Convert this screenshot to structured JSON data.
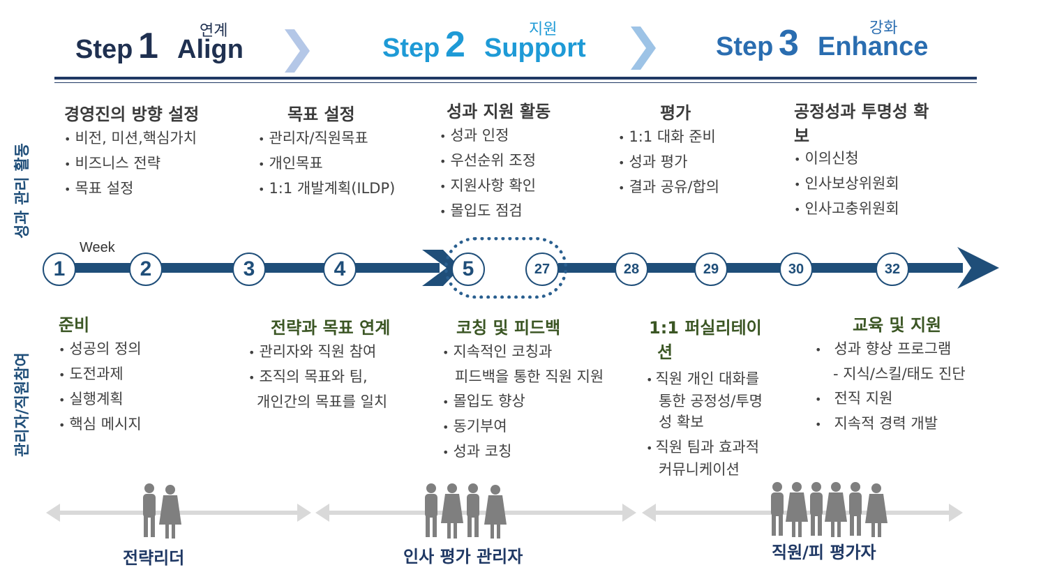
{
  "steps": [
    {
      "word": "Step",
      "num": "1",
      "label": "Align",
      "kor": "연계"
    },
    {
      "word": "Step",
      "num": "2",
      "label": "Support",
      "kor": "지원"
    },
    {
      "word": "Step",
      "num": "3",
      "label": "Enhance",
      "kor": "강화"
    }
  ],
  "side_labels": {
    "top": "성과 관리 활동",
    "bottom": "관리자/직원참여"
  },
  "activities": [
    {
      "title": "경영진의 방향 설정",
      "items": [
        "비전, 미션,핵심가치",
        "비즈니스 전략",
        "목표 설정"
      ]
    },
    {
      "title": "목표 설정",
      "items": [
        "관리자/직원목표",
        "개인목표",
        "1:1 개발계획(ILDP)"
      ]
    },
    {
      "title": "성과 지원 활동",
      "items": [
        "성과 인정",
        "우선순위 조정",
        "지원사항 확인",
        "몰입도 점검"
      ]
    },
    {
      "title": "평가",
      "items": [
        "1:1 대화 준비",
        "성과 평가",
        "결과 공유/합의"
      ]
    },
    {
      "title": [
        "공정성과 투명성 확",
        "보"
      ],
      "items": [
        "이의신청",
        "인사보상위원회",
        "인사고충위원회"
      ]
    }
  ],
  "timeline": {
    "week_label": "Week",
    "weeks": [
      "1",
      "2",
      "3",
      "4",
      "5",
      "27",
      "28",
      "29",
      "30",
      "32"
    ]
  },
  "participation": [
    {
      "title": "준비",
      "items": [
        "성공의 정의",
        "도전과제",
        "실행계획",
        "핵심 메시지"
      ]
    },
    {
      "title": "전략과 목표 연계",
      "items": [
        "관리자와 직원 참여",
        "조직의 목표와 팀,"
      ],
      "cont": "개인간의 목표를 일치"
    },
    {
      "title": "코칭 및 피드백",
      "line1": "지속적인 코칭과",
      "line1b": "피드백을 통한 직원 지원",
      "items": [
        "몰입도 향상",
        "동기부여",
        "성과 코칭"
      ]
    },
    {
      "title": [
        "1:1 퍼실리테이",
        "션"
      ],
      "items": [
        [
          "직원 개인 대화를",
          "통한 공정성/투명",
          "성 확보"
        ],
        [
          "직원 팀과 효과적",
          "커뮤니케이션"
        ]
      ]
    },
    {
      "title": "교육 및 지원",
      "items": [
        "성과 향상 프로그램",
        "전직 지원",
        "지속적 경력 개발"
      ],
      "sub": "- 지식/스킬/태도 진단"
    }
  ],
  "groups": [
    "전략리더",
    "인사 평가 관리자",
    "직원/피 평가자"
  ],
  "colors": {
    "navy": "#1f4e79",
    "step1": "#1f3050",
    "step2": "#1e9ad6",
    "step3": "#2a6db0",
    "green": "#3b5624"
  }
}
